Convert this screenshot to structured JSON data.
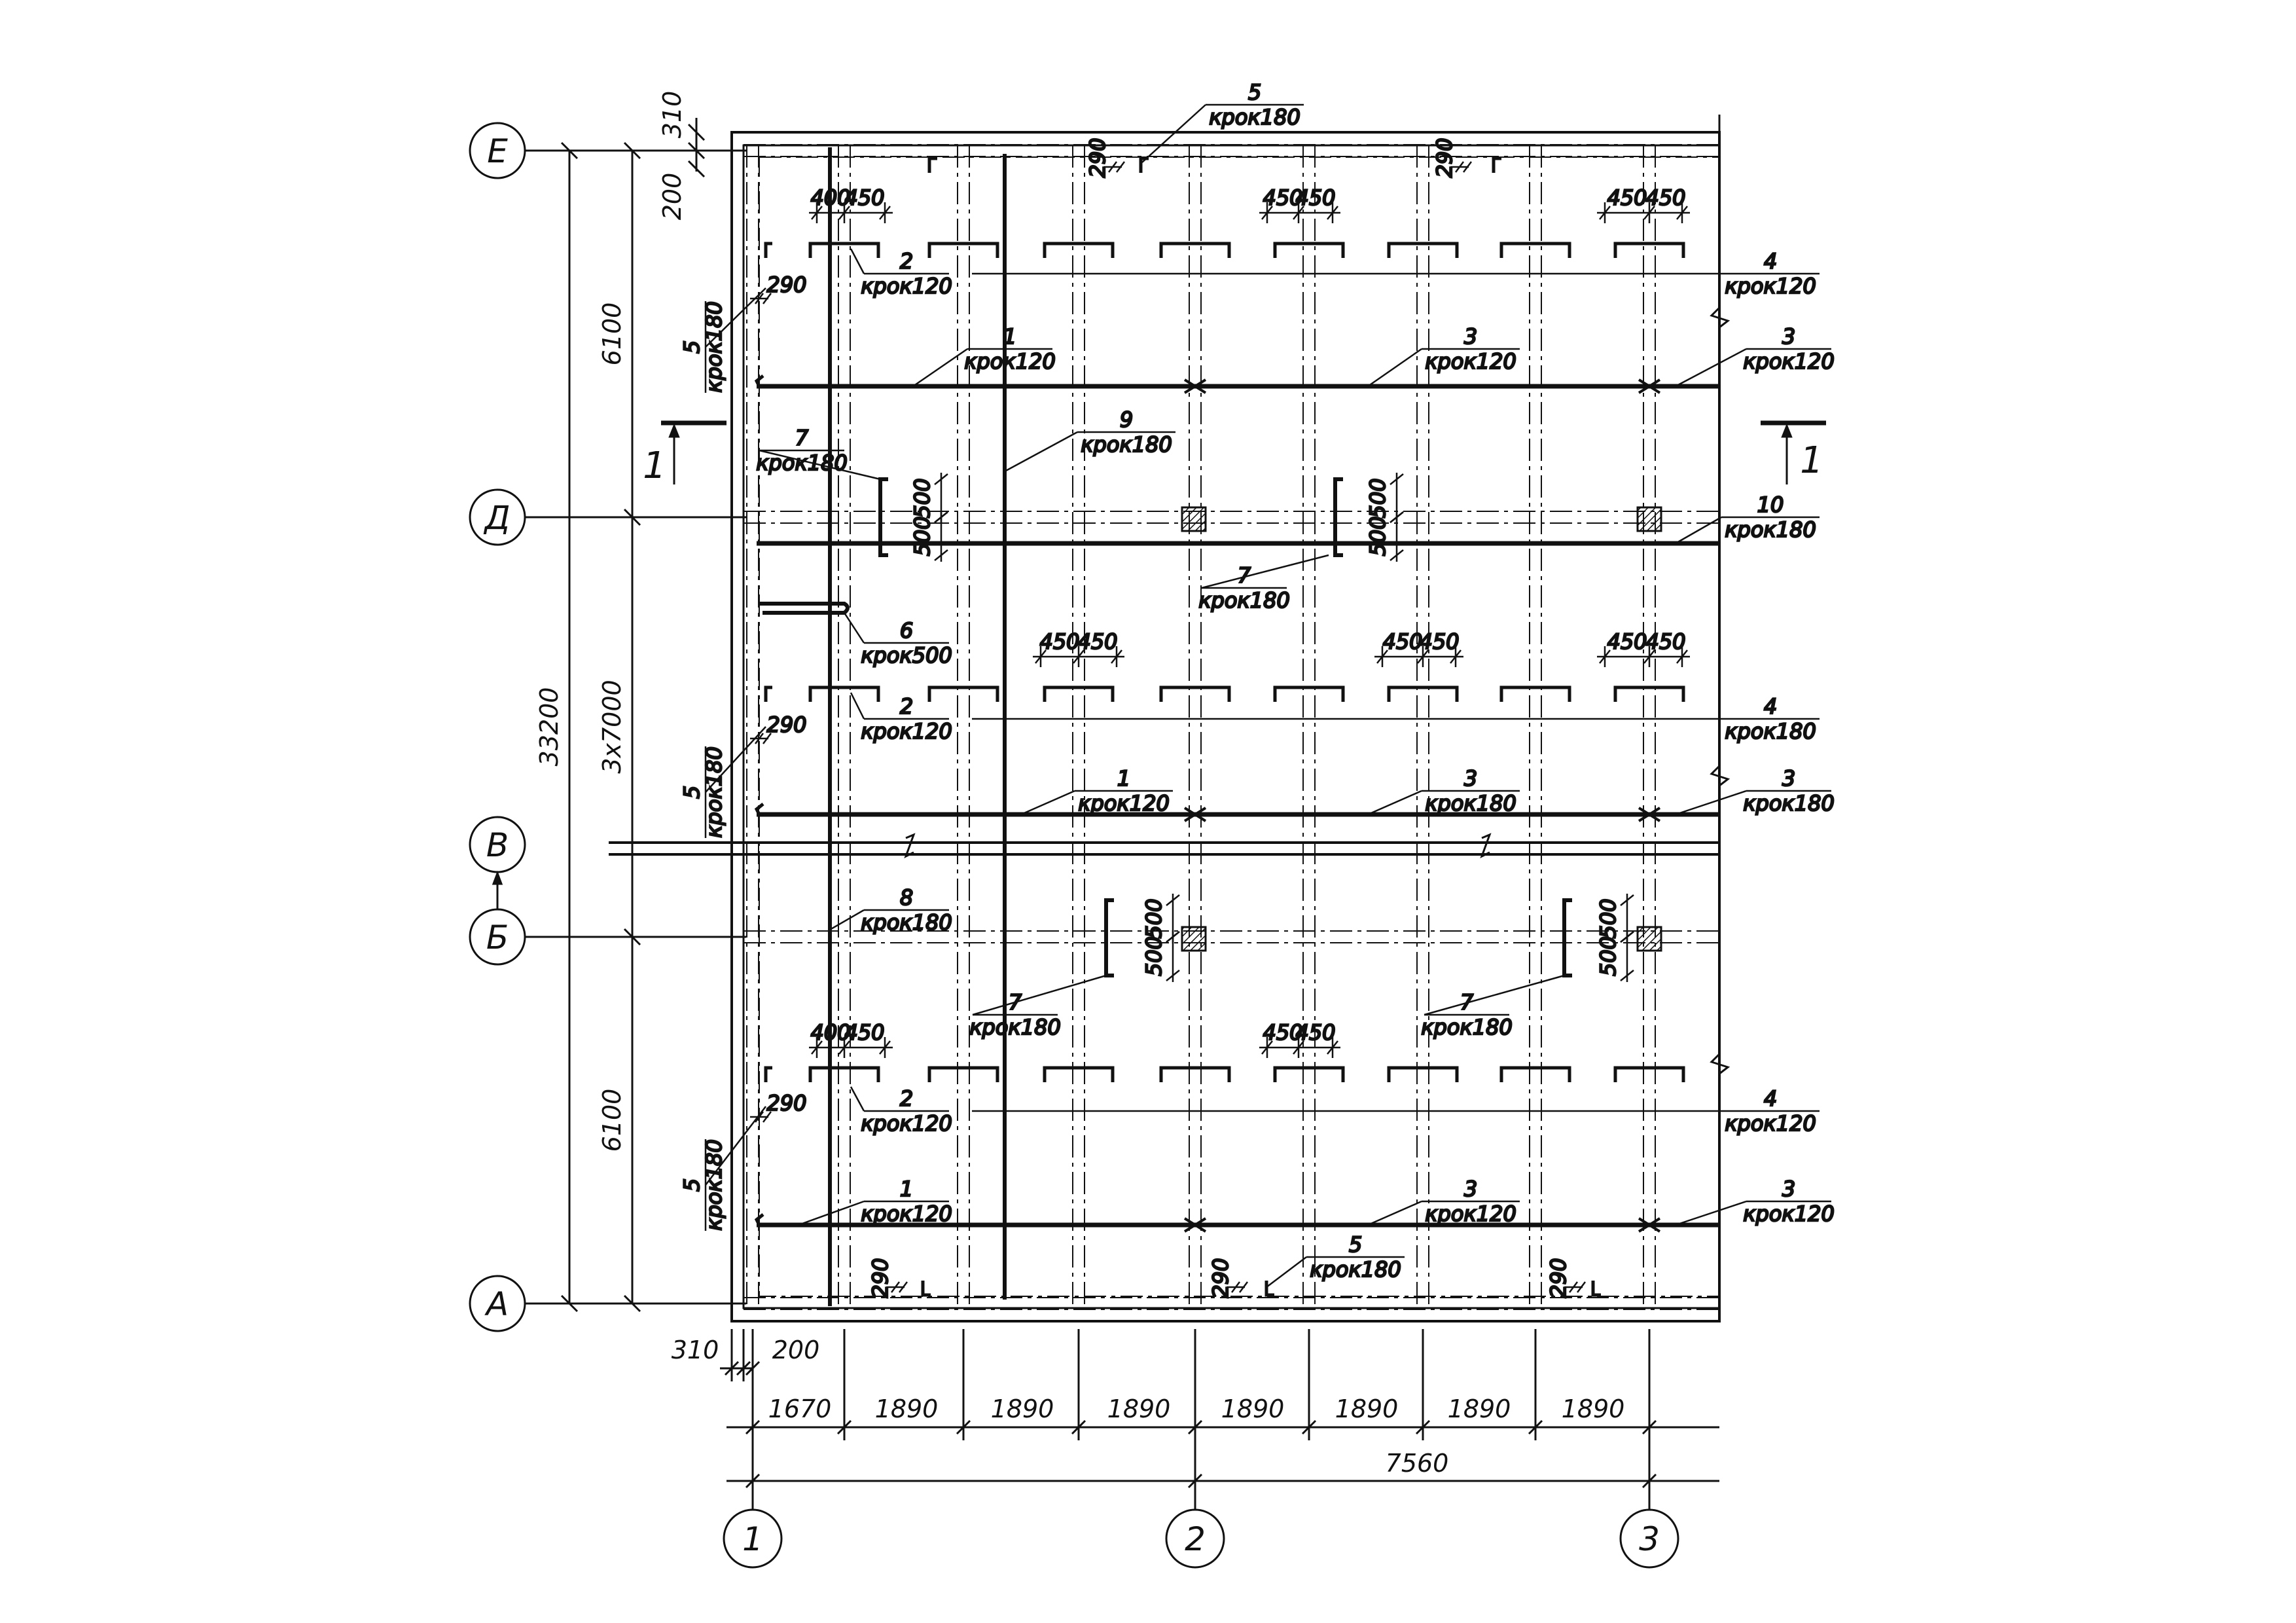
{
  "axes": {
    "rows": [
      "Е",
      "Д",
      "В",
      "Б",
      "А"
    ],
    "columns": [
      "1",
      "2",
      "3"
    ]
  },
  "section_mark": "1",
  "dims_left": {
    "total": "33200",
    "outer": [
      "6100",
      "3x7000",
      "6100"
    ],
    "top_offsets": [
      "310",
      "200"
    ]
  },
  "dims_bottom": {
    "offsets": [
      "310",
      "200"
    ],
    "bays": [
      "1670",
      "1890",
      "1890",
      "1890",
      "1890",
      "1890",
      "1890",
      "1890"
    ],
    "total": "7560"
  },
  "local_dims": {
    "d400": "400",
    "d450": "450",
    "d290": "290",
    "d500": "500"
  },
  "callouts": [
    {
      "mark": "1",
      "step": "крок120"
    },
    {
      "mark": "2",
      "step": "крок120"
    },
    {
      "mark": "3",
      "step": "крок120"
    },
    {
      "mark": "4",
      "step": "крок120"
    },
    {
      "mark": "5",
      "step": "крок180"
    },
    {
      "mark": "6",
      "step": "крок500"
    },
    {
      "mark": "7",
      "step": "крок180"
    },
    {
      "mark": "8",
      "step": "крок180"
    },
    {
      "mark": "9",
      "step": "крок180"
    },
    {
      "mark": "10",
      "step": "крок180"
    },
    {
      "mark": "4",
      "step": "крок180"
    },
    {
      "mark": "1",
      "step": "крок120"
    },
    {
      "mark": "3",
      "step": "крок120"
    },
    {
      "mark": "3",
      "step": "крок180"
    },
    {
      "mark": "3",
      "step": "крок120"
    },
    {
      "mark": "1",
      "step": "крок120"
    },
    {
      "mark": "2",
      "step": "крок120"
    },
    {
      "mark": "2",
      "step": "крок120"
    },
    {
      "mark": "4",
      "step": "крок120"
    },
    {
      "mark": "1",
      "step": "крок120"
    },
    {
      "mark": "3",
      "step": "крок120"
    },
    {
      "mark": "3",
      "step": "крок120"
    },
    {
      "mark": "5",
      "step": "крок180"
    },
    {
      "mark": "5",
      "step": "крок180"
    },
    {
      "mark": "5",
      "step": "крок180"
    },
    {
      "mark": "5",
      "step": "крок180"
    },
    {
      "mark": "7",
      "step": "крок180"
    },
    {
      "mark": "7",
      "step": "крок180"
    },
    {
      "mark": "7",
      "step": "крок180"
    },
    {
      "mark": "3",
      "step": "крок180"
    }
  ]
}
